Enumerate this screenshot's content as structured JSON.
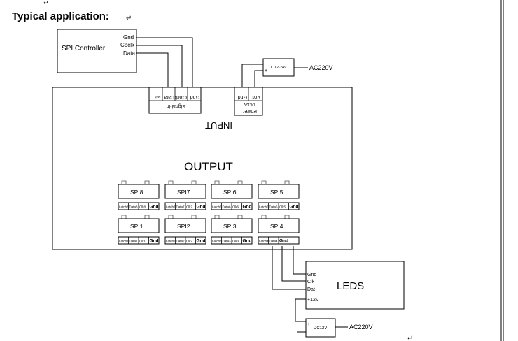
{
  "heading": "Typical application:",
  "paragraph_mark": "↵",
  "spi_controller": {
    "title": "SPI Controller",
    "pins": [
      "Gnd",
      "Cbclk",
      "Data"
    ]
  },
  "converter_top": {
    "label": "DC12-24V",
    "ac_label": "AC220V"
  },
  "signal_in": {
    "label": "Signal-in",
    "pins": [
      "Gnd",
      "Clock",
      "Data",
      "Latch"
    ]
  },
  "power_in": {
    "label": "Power",
    "sub_label": "DC12V",
    "pins": [
      "Vcc",
      "Gnd"
    ]
  },
  "input_label": "INPUT",
  "output_label": "OUTPUT",
  "ports": [
    {
      "name": "SPI8",
      "pins": [
        "Latch8",
        "Data8",
        "Clk8",
        "Gnd"
      ]
    },
    {
      "name": "SPI7",
      "pins": [
        "Latch7",
        "Data7",
        "Clk7",
        "Gnd"
      ]
    },
    {
      "name": "SPI6",
      "pins": [
        "Latch6",
        "Data6",
        "Clk6",
        "Gnd"
      ]
    },
    {
      "name": "SPI5",
      "pins": [
        "Latch5",
        "Data5",
        "Clk5",
        "Gnd"
      ]
    },
    {
      "name": "SPI1",
      "pins": [
        "Latch1",
        "Data1",
        "Clk1",
        "Gnd"
      ]
    },
    {
      "name": "SPI2",
      "pins": [
        "Latch2",
        "Data2",
        "Clk2",
        "Gnd"
      ]
    },
    {
      "name": "SPI3",
      "pins": [
        "Latch3",
        "Data3",
        "Clk3",
        "Gnd"
      ]
    },
    {
      "name": "SPI4",
      "pins": [
        "Latch4",
        "Data4",
        "Gnd"
      ]
    }
  ],
  "leds": {
    "title": "LEDS",
    "pins": [
      "Gnd",
      "Clk",
      "Dat",
      "+12V"
    ]
  },
  "converter_bottom": {
    "label": "DC12V",
    "ac_label": "AC220V"
  }
}
